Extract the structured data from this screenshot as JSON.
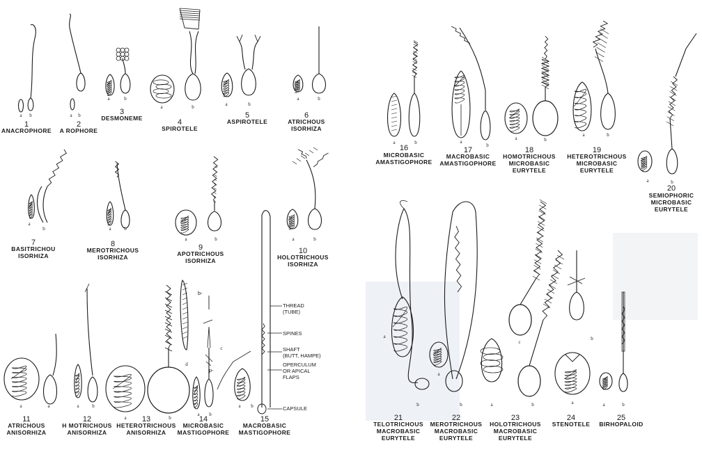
{
  "figures": [
    {
      "number": "1",
      "label": "ANACROPHORE"
    },
    {
      "number": "2",
      "label": "A ROPHORE"
    },
    {
      "number": "3",
      "label": "DESMONEME"
    },
    {
      "number": "4",
      "label": "SPIROTELE"
    },
    {
      "number": "5",
      "label": "ASPIROTELE"
    },
    {
      "number": "6",
      "label": "ATRICHOUS\nISORHIZA"
    },
    {
      "number": "7",
      "label": "BASITRICHOU\nISORHIZA"
    },
    {
      "number": "8",
      "label": "MEROTRICHOUS\nISORHIZA"
    },
    {
      "number": "9",
      "label": "APOTRICHOUS\nISORHIZA"
    },
    {
      "number": "10",
      "label": "HOLOTRICHOUS\nISORHIZA"
    },
    {
      "number": "11",
      "label": "ATRICHOUS\nANISORHIZA"
    },
    {
      "number": "12",
      "label": "H MOTRICHOUS\nANISORHIZA"
    },
    {
      "number": "13",
      "label": "HETEROTRICHOUS\nANISORHIZA"
    },
    {
      "number": "14",
      "label": "MICROBASIC\nMASTIGOPHORE"
    },
    {
      "number": "15",
      "label": "MACROBASIC\nMASTIGOPHORE"
    },
    {
      "number": "16",
      "label": "MICROBASIC\nAMASTIGOPHORE"
    },
    {
      "number": "17",
      "label": "MACROBASIC\nAMASTIGOPHORE"
    },
    {
      "number": "18",
      "label": "HOMOTRICHOUS\nMICROBASIC\nEURYTELE"
    },
    {
      "number": "19",
      "label": "HETEROTRICHOUS\nMICROBASIC\nEURYTELE"
    },
    {
      "number": "20",
      "label": "SEMIOPHORIC\nMICROBASIC\nEURYTELE"
    },
    {
      "number": "21",
      "label": "TELOTRICHOUS\nMACROBASIC\nEURYTELE"
    },
    {
      "number": "22",
      "label": "MEROTRICHOUS\nMACROBASIC\nEURYTELE"
    },
    {
      "number": "23",
      "label": "HOLOTRICHOUS\nMACROBASIC\nEURYTELE"
    },
    {
      "number": "24",
      "label": "STENOTELE"
    },
    {
      "number": "25",
      "label": "BIRHOPALOID"
    }
  ],
  "part_labels": {
    "a": "a",
    "b": "b",
    "c": "c",
    "d": "d"
  },
  "callouts": {
    "thread": "THREAD\n(TUBE)",
    "spines": "SPINES",
    "shaft": "SHAFT\n(BUTT, HAMPE)",
    "operculum": "OPERCULUM\nOR APICAL\nFLAPS",
    "capsule": "CAPSULE"
  },
  "colors": {
    "ink": "#1a1a1a",
    "background": "#ffffff",
    "panel_tint": "#eef1f6"
  }
}
